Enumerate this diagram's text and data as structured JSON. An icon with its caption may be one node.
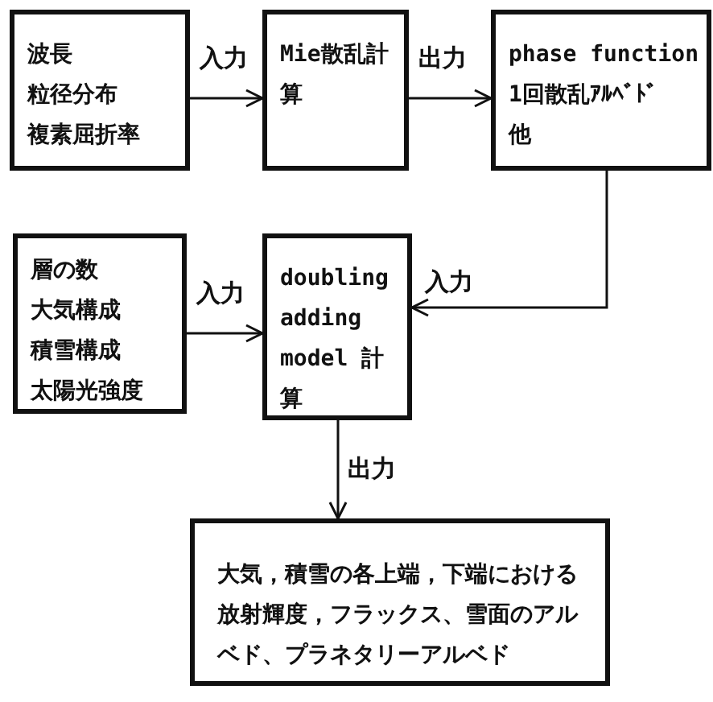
{
  "diagram": {
    "nodes": [
      {
        "text": [
          "波長",
          "粒径分布",
          "複素屈折率"
        ]
      },
      {
        "text": [
          "Mie散乱計算"
        ]
      },
      {
        "text": [
          "phase function",
          "1回散乱ｱﾙﾍﾞﾄﾞ",
          "他"
        ]
      },
      {
        "text": [
          "層の数",
          "大気構成",
          "積雪構成",
          "太陽光強度"
        ]
      },
      {
        "text": [
          "doubling adding model 計算"
        ]
      },
      {
        "text": [
          "大気，積雪の各上端，下端における放射輝度，フラックス、雪面のアルベド、プラネタリーアルベド"
        ]
      }
    ],
    "edges": [
      {
        "from": 0,
        "to": 1,
        "arrow": "to",
        "label": "入力"
      },
      {
        "from": 1,
        "to": 2,
        "arrow": "to",
        "label": "出力"
      },
      {
        "from": 2,
        "to": 4,
        "arrow": "to",
        "label": "入力"
      },
      {
        "from": 3,
        "to": 4,
        "arrow": "to",
        "label": "入力"
      },
      {
        "from": 4,
        "to": 5,
        "arrow": "to",
        "label": "出力"
      }
    ]
  }
}
